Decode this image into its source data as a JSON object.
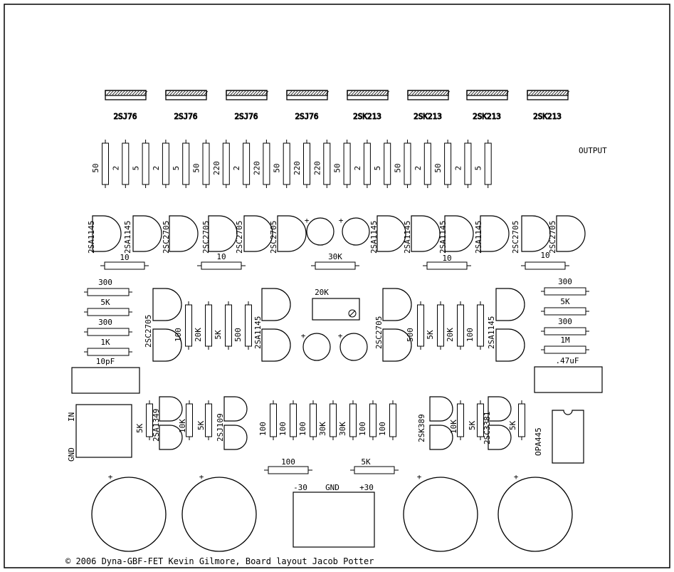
{
  "colors": {
    "ink": "#000000",
    "paper": "#ffffff"
  },
  "output_label": "OUTPUT",
  "fets": [
    "2SJ76",
    "2SJ76",
    "2SJ76",
    "2SJ76",
    "2SK213",
    "2SK213",
    "2SK213",
    "2SK213"
  ],
  "top_resistors": [
    "50",
    "2",
    "5",
    "2",
    "5",
    "50",
    "220",
    "2",
    "220",
    "50",
    "220",
    "220",
    "50",
    "2",
    "5",
    "50",
    "2",
    "50",
    "2",
    "5"
  ],
  "transistor_labels": [
    "2SA1145",
    "2SA1145",
    "2SC2705",
    "2SC2705",
    "2SC2705",
    "2SC2705",
    "2SA1145",
    "2SA1145",
    "2SA1145",
    "2SA1145",
    "2SC2705",
    "2SC2705"
  ],
  "plus_sign": "+",
  "row_resistors": [
    "10",
    "10",
    "30K",
    "10",
    "10"
  ],
  "left_resistors": [
    "300",
    "5K",
    "300",
    "1K"
  ],
  "right_resistors": [
    "300",
    "5K",
    "300",
    "1M"
  ],
  "cap_left": "10pF",
  "cap_right": ".47uF",
  "trimmer": "20K",
  "mid_left_transistors": [
    "2SC2705",
    "2SA1145"
  ],
  "mid_left_resistors": [
    "100",
    "20K",
    "5K",
    "500"
  ],
  "mid_right_transistors": [
    "2SC2705",
    "2SA1145"
  ],
  "mid_right_resistors": [
    "500",
    "5K",
    "20K",
    "100"
  ],
  "input": {
    "in": "IN",
    "gnd": "GND"
  },
  "lower_left": {
    "r1": "5K",
    "q1": "2SA1349",
    "r2": "10K",
    "r3": "5K",
    "q2": "2SJ109"
  },
  "lower_mid_resistors": [
    "100",
    "100",
    "100",
    "30K",
    "30K",
    "100",
    "100"
  ],
  "lower_right": {
    "q1": "2SK389",
    "r1": "10K",
    "r2": "5K",
    "q2": "2SC3381",
    "r3": "5K",
    "opamp": "OPA445"
  },
  "bottom_resistors": [
    "100",
    "5K"
  ],
  "power": {
    "neg": "-30",
    "gnd": "GND",
    "pos": "+30"
  },
  "copyright": "© 2006 Dyna-GBF-FET Kevin Gilmore, Board layout Jacob Potter"
}
